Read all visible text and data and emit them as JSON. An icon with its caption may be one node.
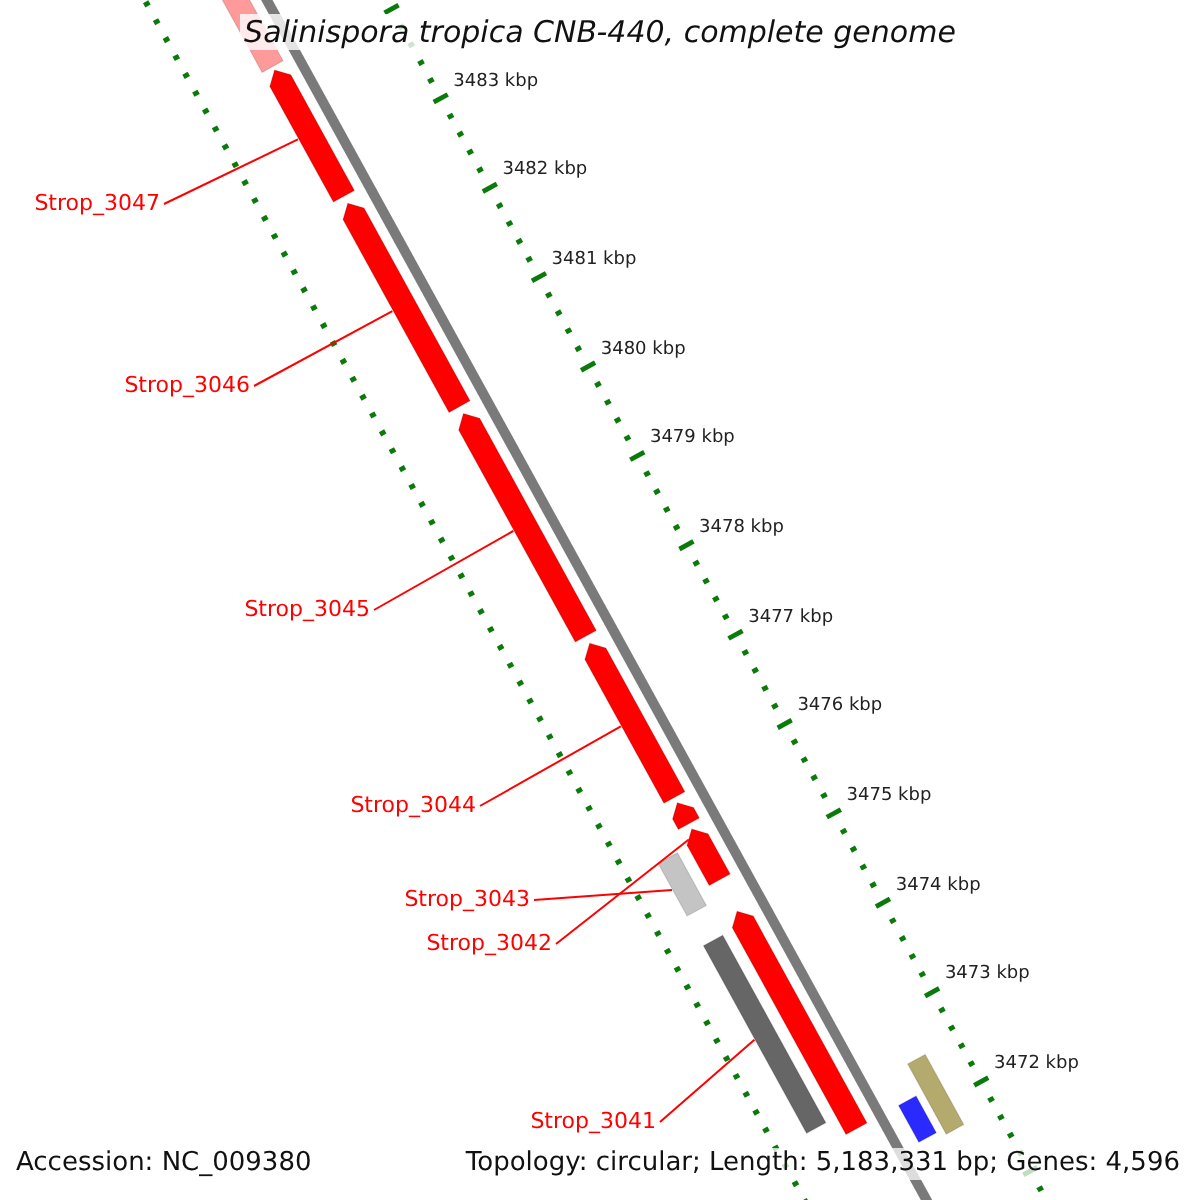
{
  "diagram": {
    "title": "Salinispora tropica CNB-440, complete genome",
    "nodes": [
      {
        "text": [
          "Strop_3047"
        ]
      },
      {
        "text": [
          "Strop_3046"
        ]
      },
      {
        "text": [
          "Strop_3045"
        ]
      },
      {
        "text": [
          "Strop_3044"
        ]
      },
      {
        "text": [
          "Strop_3043"
        ]
      },
      {
        "text": [
          "Strop_3042"
        ]
      },
      {
        "text": [
          "Strop_3041"
        ]
      },
      {
        "text": [],
        "shape": "arrow"
      },
      {
        "text": [],
        "shape": "arrow"
      },
      {
        "text": [],
        "shape": "arrow"
      },
      {
        "text": [],
        "shape": "arrow"
      },
      {
        "text": [],
        "shape": "box"
      },
      {
        "text": [],
        "shape": "arrow"
      },
      {
        "text": [],
        "shape": "box"
      },
      {
        "text": [],
        "shape": "box"
      },
      {
        "text": [],
        "shape": "arrow"
      },
      {
        "text": [],
        "shape": "arrow"
      },
      {
        "text": [],
        "shape": "box"
      },
      {
        "text": [],
        "shape": "box"
      }
    ],
    "edges": [
      {
        "from": 0,
        "to": 7,
        "arrow": "none"
      },
      {
        "from": 1,
        "to": 8,
        "arrow": "none"
      },
      {
        "from": 2,
        "to": 9,
        "arrow": "none"
      },
      {
        "from": 3,
        "to": 10,
        "arrow": "none"
      },
      {
        "from": 4,
        "to": 11,
        "arrow": "none"
      },
      {
        "from": 5,
        "to": 12,
        "arrow": "none"
      },
      {
        "from": 6,
        "to": 13,
        "arrow": "none"
      }
    ],
    "labels": [
      "3483 kbp",
      "3482 kbp",
      "3481 kbp",
      "3480 kbp",
      "3479 kbp",
      "3478 kbp",
      "3477 kbp",
      "3476 kbp",
      "3475 kbp",
      "3474 kbp",
      "3473 kbp",
      "3472 kbp",
      "Accession: NC_009380",
      "Topology: circular; Length: 5,183,331 bp; Genes: 4,596"
    ]
  }
}
